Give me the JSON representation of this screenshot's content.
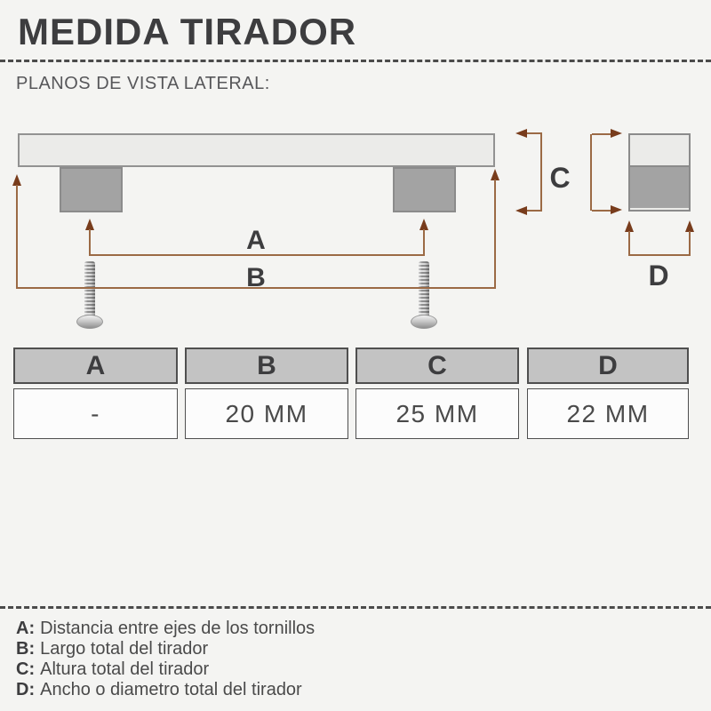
{
  "title": "MEDIDA TIRADOR",
  "subtitle": "PLANOS DE VISTA LATERAL:",
  "diagram": {
    "dim_labels": {
      "a": "A",
      "b": "B",
      "c": "C",
      "d": "D"
    }
  },
  "table": {
    "headers": [
      "A",
      "B",
      "C",
      "D"
    ],
    "values": [
      "-",
      "20 MM",
      "25 MM",
      "22 MM"
    ]
  },
  "legend": [
    {
      "key": "A:",
      "text": "Distancia entre ejes de los tornillos"
    },
    {
      "key": "B:",
      "text": "Largo total del tirador"
    },
    {
      "key": "C:",
      "text": "Altura total del tirador"
    },
    {
      "key": "D:",
      "text": "Ancho o diametro total del tirador"
    }
  ],
  "colors": {
    "background": "#f4f4f2",
    "text": "#3d3d3f",
    "dimension_line": "#9b6a45",
    "dimension_arrow": "#783c1c",
    "handle_fill": "#ebebe9",
    "post_fill": "#a3a3a3",
    "table_header_fill": "#c3c3c3",
    "table_border": "#4f4f4f"
  }
}
